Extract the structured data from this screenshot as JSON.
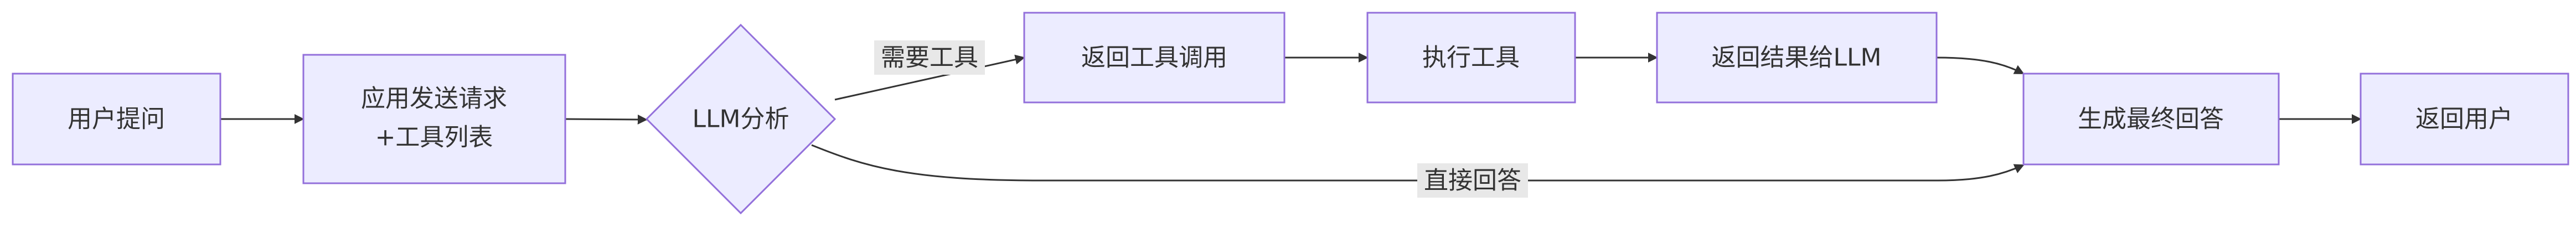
{
  "colors": {
    "node_fill": "#ECECFF",
    "node_border": "#9370DB",
    "edge": "#333333",
    "label_bg": "#E8E8E8",
    "text": "#333333"
  },
  "nodes": {
    "user_question": "用户提问",
    "app_send_line1": "应用发送请求",
    "app_send_line2": "+工具列表",
    "llm_analyze": "LLM分析",
    "return_tool_call": "返回工具调用",
    "execute_tool": "执行工具",
    "return_result": "返回结果给LLM",
    "generate_answer": "生成最终回答",
    "return_user": "返回用户"
  },
  "edge_labels": {
    "need_tool": "需要工具",
    "direct_answer": "直接回答"
  }
}
